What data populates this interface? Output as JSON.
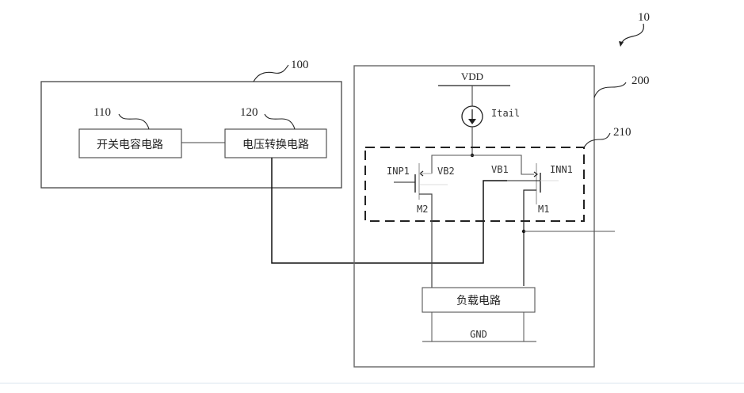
{
  "figure_ref": "10",
  "block_100": {
    "ref": "100",
    "switched_cap": {
      "ref": "110",
      "label": "开关电容电路"
    },
    "voltage_converter": {
      "ref": "120",
      "label": "电压转换电路"
    }
  },
  "block_200": {
    "ref": "200",
    "supply_label": "VDD",
    "tail_current_label": "Itail",
    "diff_pair": {
      "ref": "210",
      "left_input": "INP1",
      "right_input": "INN1",
      "left_bias": "VB2",
      "right_bias": "VB1",
      "left_transistor": "M2",
      "right_transistor": "M1"
    },
    "load": {
      "label": "负载电路"
    },
    "ground_label": "GND"
  }
}
